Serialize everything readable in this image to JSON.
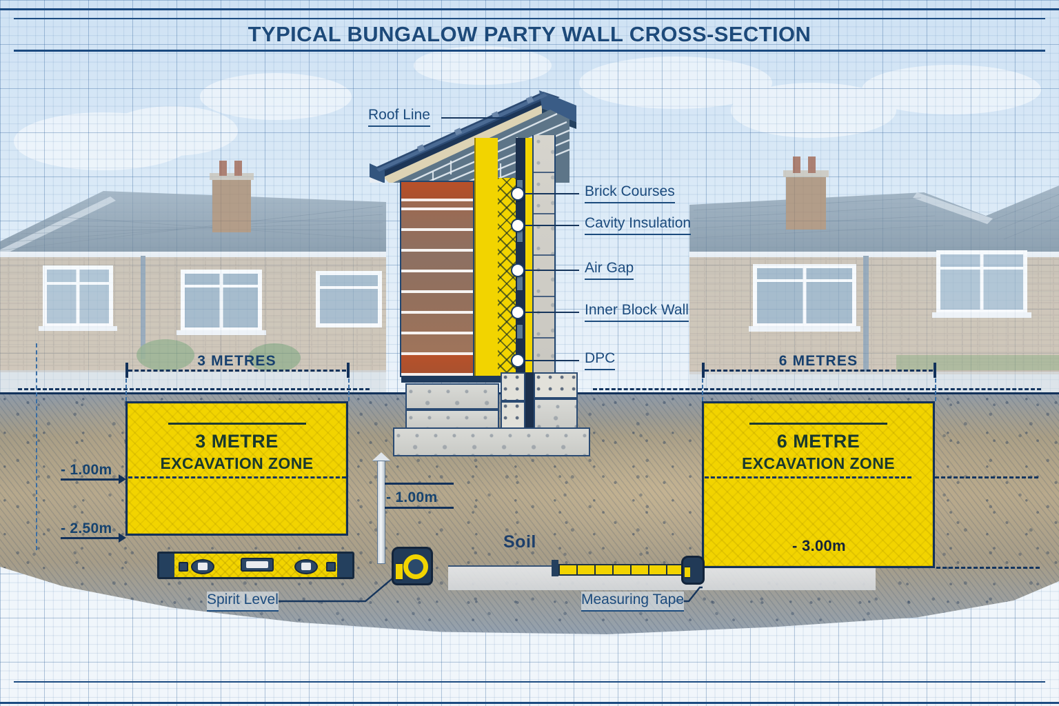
{
  "title": "TYPICAL BUNGALOW PARTY WALL CROSS-SECTION",
  "wall_callouts": [
    {
      "id": "roof-line",
      "label": "Roof Line"
    },
    {
      "id": "brick-courses",
      "label": "Brick Courses"
    },
    {
      "id": "cavity-insulation",
      "label": "Cavity Insulation"
    },
    {
      "id": "air-gap",
      "label": "Air Gap"
    },
    {
      "id": "inner-block-wall",
      "label": "Inner Block Wall"
    },
    {
      "id": "dpc",
      "label": "DPC"
    }
  ],
  "left_zone": {
    "dimension_label": "3 METRES",
    "title": "3 METRE",
    "subtitle": "EXCAVATION ZONE",
    "depth_top": "- 1.00m",
    "depth_bottom": "- 2.50m"
  },
  "right_zone": {
    "dimension_label": "6 METRES",
    "title": "6 METRE",
    "subtitle": "EXCAVATION ZONE",
    "depth_bottom": "- 3.00m"
  },
  "centre": {
    "depth_label": "- 1.00m",
    "soil_label": "Soil"
  },
  "tools": [
    {
      "id": "spirit-level",
      "label": "Spirit Level"
    },
    {
      "id": "measuring-tape",
      "label": "Measuring Tape"
    }
  ],
  "colors": {
    "excavation_yellow": "#F2D400",
    "blueprint_navy": "#12315A",
    "label_blue": "#1C4B7D",
    "title_blue": "#1D4A7A",
    "zone_text": "#18382F",
    "paper": "#DCE9F5"
  }
}
